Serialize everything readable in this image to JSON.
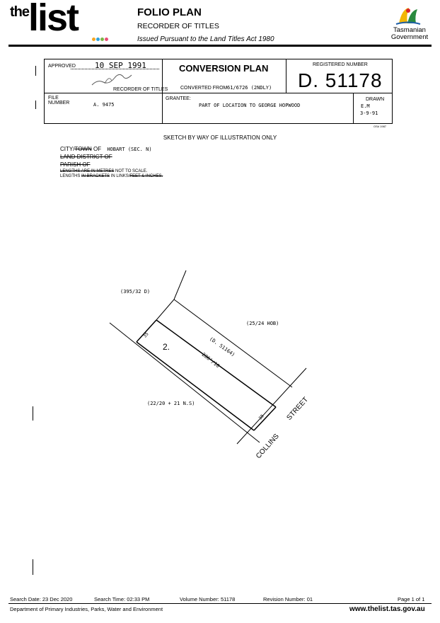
{
  "header": {
    "logo_the": "the",
    "logo_list": "list",
    "title": "FOLIO PLAN",
    "subtitle": "RECORDER OF TITLES",
    "act": "Issued Pursuant to the Land Titles Act 1980",
    "gov_name_1": "Tasmanian",
    "gov_name_2": "Government",
    "dot_colors": [
      "#f5a623",
      "#2ea3dc",
      "#7ab648",
      "#e94e77"
    ]
  },
  "plan_box": {
    "approved_label": "APPROVED",
    "approved_date": "10 SEP 1991",
    "recorder_label": "RECORDER OF TITLES",
    "plan_type": "CONVERSION PLAN",
    "converted_from_label": "CONVERTED FROM",
    "converted_from_value": "61/6726 (2NDLY)",
    "registered_number_label": "REGISTERED NUMBER",
    "registered_number": "D. 51178",
    "file_number_label_1": "FILE",
    "file_number_label_2": "NUMBER",
    "file_number": "A. 9475",
    "grantee_label": "GRANTEE:",
    "grantee_value": "PART OF LOCATION TO GEORGE HOPWOOD",
    "drawn_label": "DRAWN",
    "drawn_by": "E.M",
    "drawn_date": "3-9-91",
    "form_code": "OS# 1987"
  },
  "sketch": {
    "heading": "SKETCH BY WAY OF ILLUSTRATION ONLY",
    "city_prefix": "CITY/",
    "city_struck": "TOWN",
    "city_of": " OF",
    "city_value": "HOBART (SEC. N)",
    "land_district": "LAND DISTRICT OF",
    "parish": "PARISH OF",
    "lengths_line1_struck": "LENGTHS ARE IN METRES",
    "lengths_line1_rest": " NOT TO SCALE.",
    "lengths_line2_a": "LENGTHS ",
    "lengths_line2_struck1": "IN BRACKETS",
    "lengths_line2_b": " IN LINKS/",
    "lengths_line2_struck2": "FEET & INCHES.",
    "label_395": "(395/32 D)",
    "label_25": "(25/24 HOB)",
    "label_22": "(22/20 + 21 N.S)",
    "label_d51164": "(D. 51164)",
    "label_lot": "2.",
    "label_len_206": "206¹/10",
    "label_35": "35",
    "label_38": "38",
    "street_1": "COLLINS",
    "street_2": "STREET"
  },
  "footer": {
    "search_date": "Search Date: 23 Dec 2020",
    "search_time": "Search Time: 02:33 PM",
    "volume_number": "Volume Number: 51178",
    "revision_number": "Revision Number: 01",
    "page": "Page 1 of 1",
    "department": "Department of Primary Industries, Parks, Water and Environment",
    "website": "www.thelist.tas.gov.au"
  }
}
